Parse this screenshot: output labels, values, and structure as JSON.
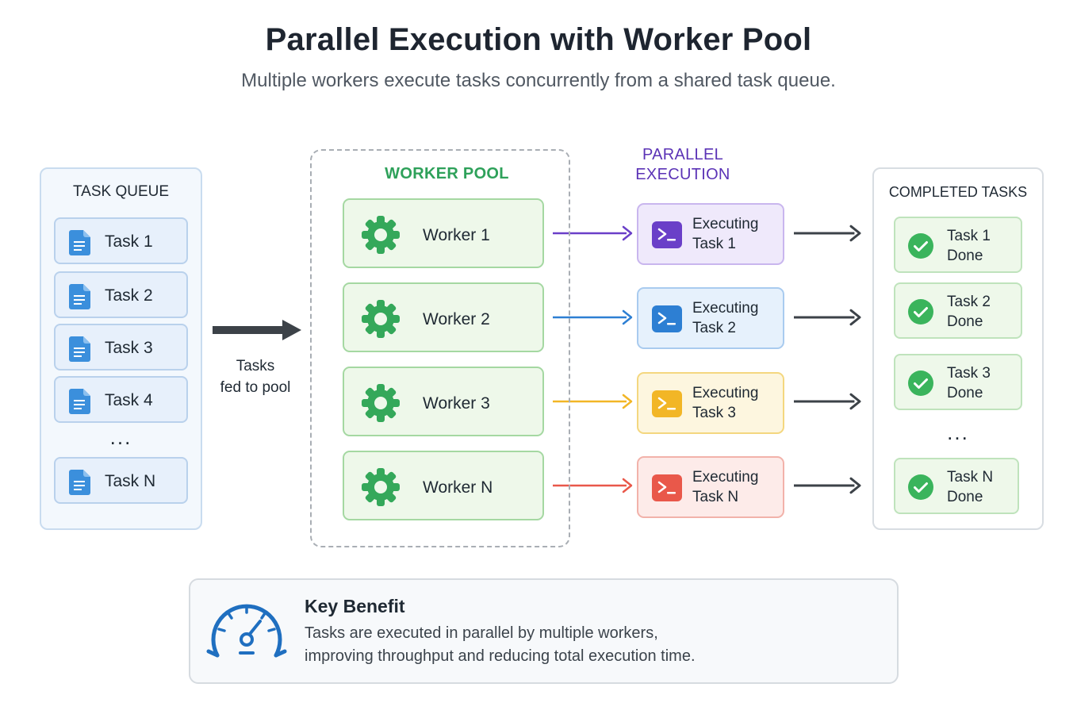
{
  "title": "Parallel Execution with Worker Pool",
  "subtitle": "Multiple workers execute tasks concurrently from a shared task queue.",
  "queue": {
    "title": "TASK QUEUE",
    "items": [
      "Task 1",
      "Task 2",
      "Task 3",
      "Task 4",
      "Task N"
    ],
    "ellipsis": "..."
  },
  "feed": {
    "line1": "Tasks",
    "line2": "fed to pool"
  },
  "pool": {
    "title": "WORKER POOL",
    "workers": [
      "Worker 1",
      "Worker 2",
      "Worker 3",
      "Worker N"
    ]
  },
  "execution": {
    "title_line1": "PARALLEL",
    "title_line2": "EXECUTION",
    "items": [
      {
        "line1": "Executing",
        "line2": "Task 1",
        "color": "#6a3fc8",
        "bg": "#efe9fb",
        "border": "#c9b6ee"
      },
      {
        "line1": "Executing",
        "line2": "Task 2",
        "color": "#2d7fd3",
        "bg": "#e6f1fc",
        "border": "#a9cbef"
      },
      {
        "line1": "Executing",
        "line2": "Task 3",
        "color": "#f2b626",
        "bg": "#fdf6df",
        "border": "#f4d77f"
      },
      {
        "line1": "Executing",
        "line2": "Task N",
        "color": "#e9584a",
        "bg": "#fdebe9",
        "border": "#f2b2aa"
      }
    ]
  },
  "completed": {
    "title": "COMPLETED TASKS",
    "items": [
      {
        "line1": "Task 1",
        "line2": "Done"
      },
      {
        "line1": "Task 2",
        "line2": "Done"
      },
      {
        "line1": "Task 3",
        "line2": "Done"
      },
      {
        "line1": "Task N",
        "line2": "Done"
      }
    ],
    "ellipsis": "..."
  },
  "benefit": {
    "title": "Key Benefit",
    "line1": "Tasks are executed in parallel by multiple workers,",
    "line2": "improving throughput and reducing total execution time.",
    "icon": "speedometer-icon"
  },
  "colors": {
    "worker_green": "#34a85a",
    "check_green": "#3ab45c",
    "doc_blue": "#3b8fdc",
    "arrow_dark": "#3c4248",
    "benefit_blue": "#1f6fc0"
  }
}
